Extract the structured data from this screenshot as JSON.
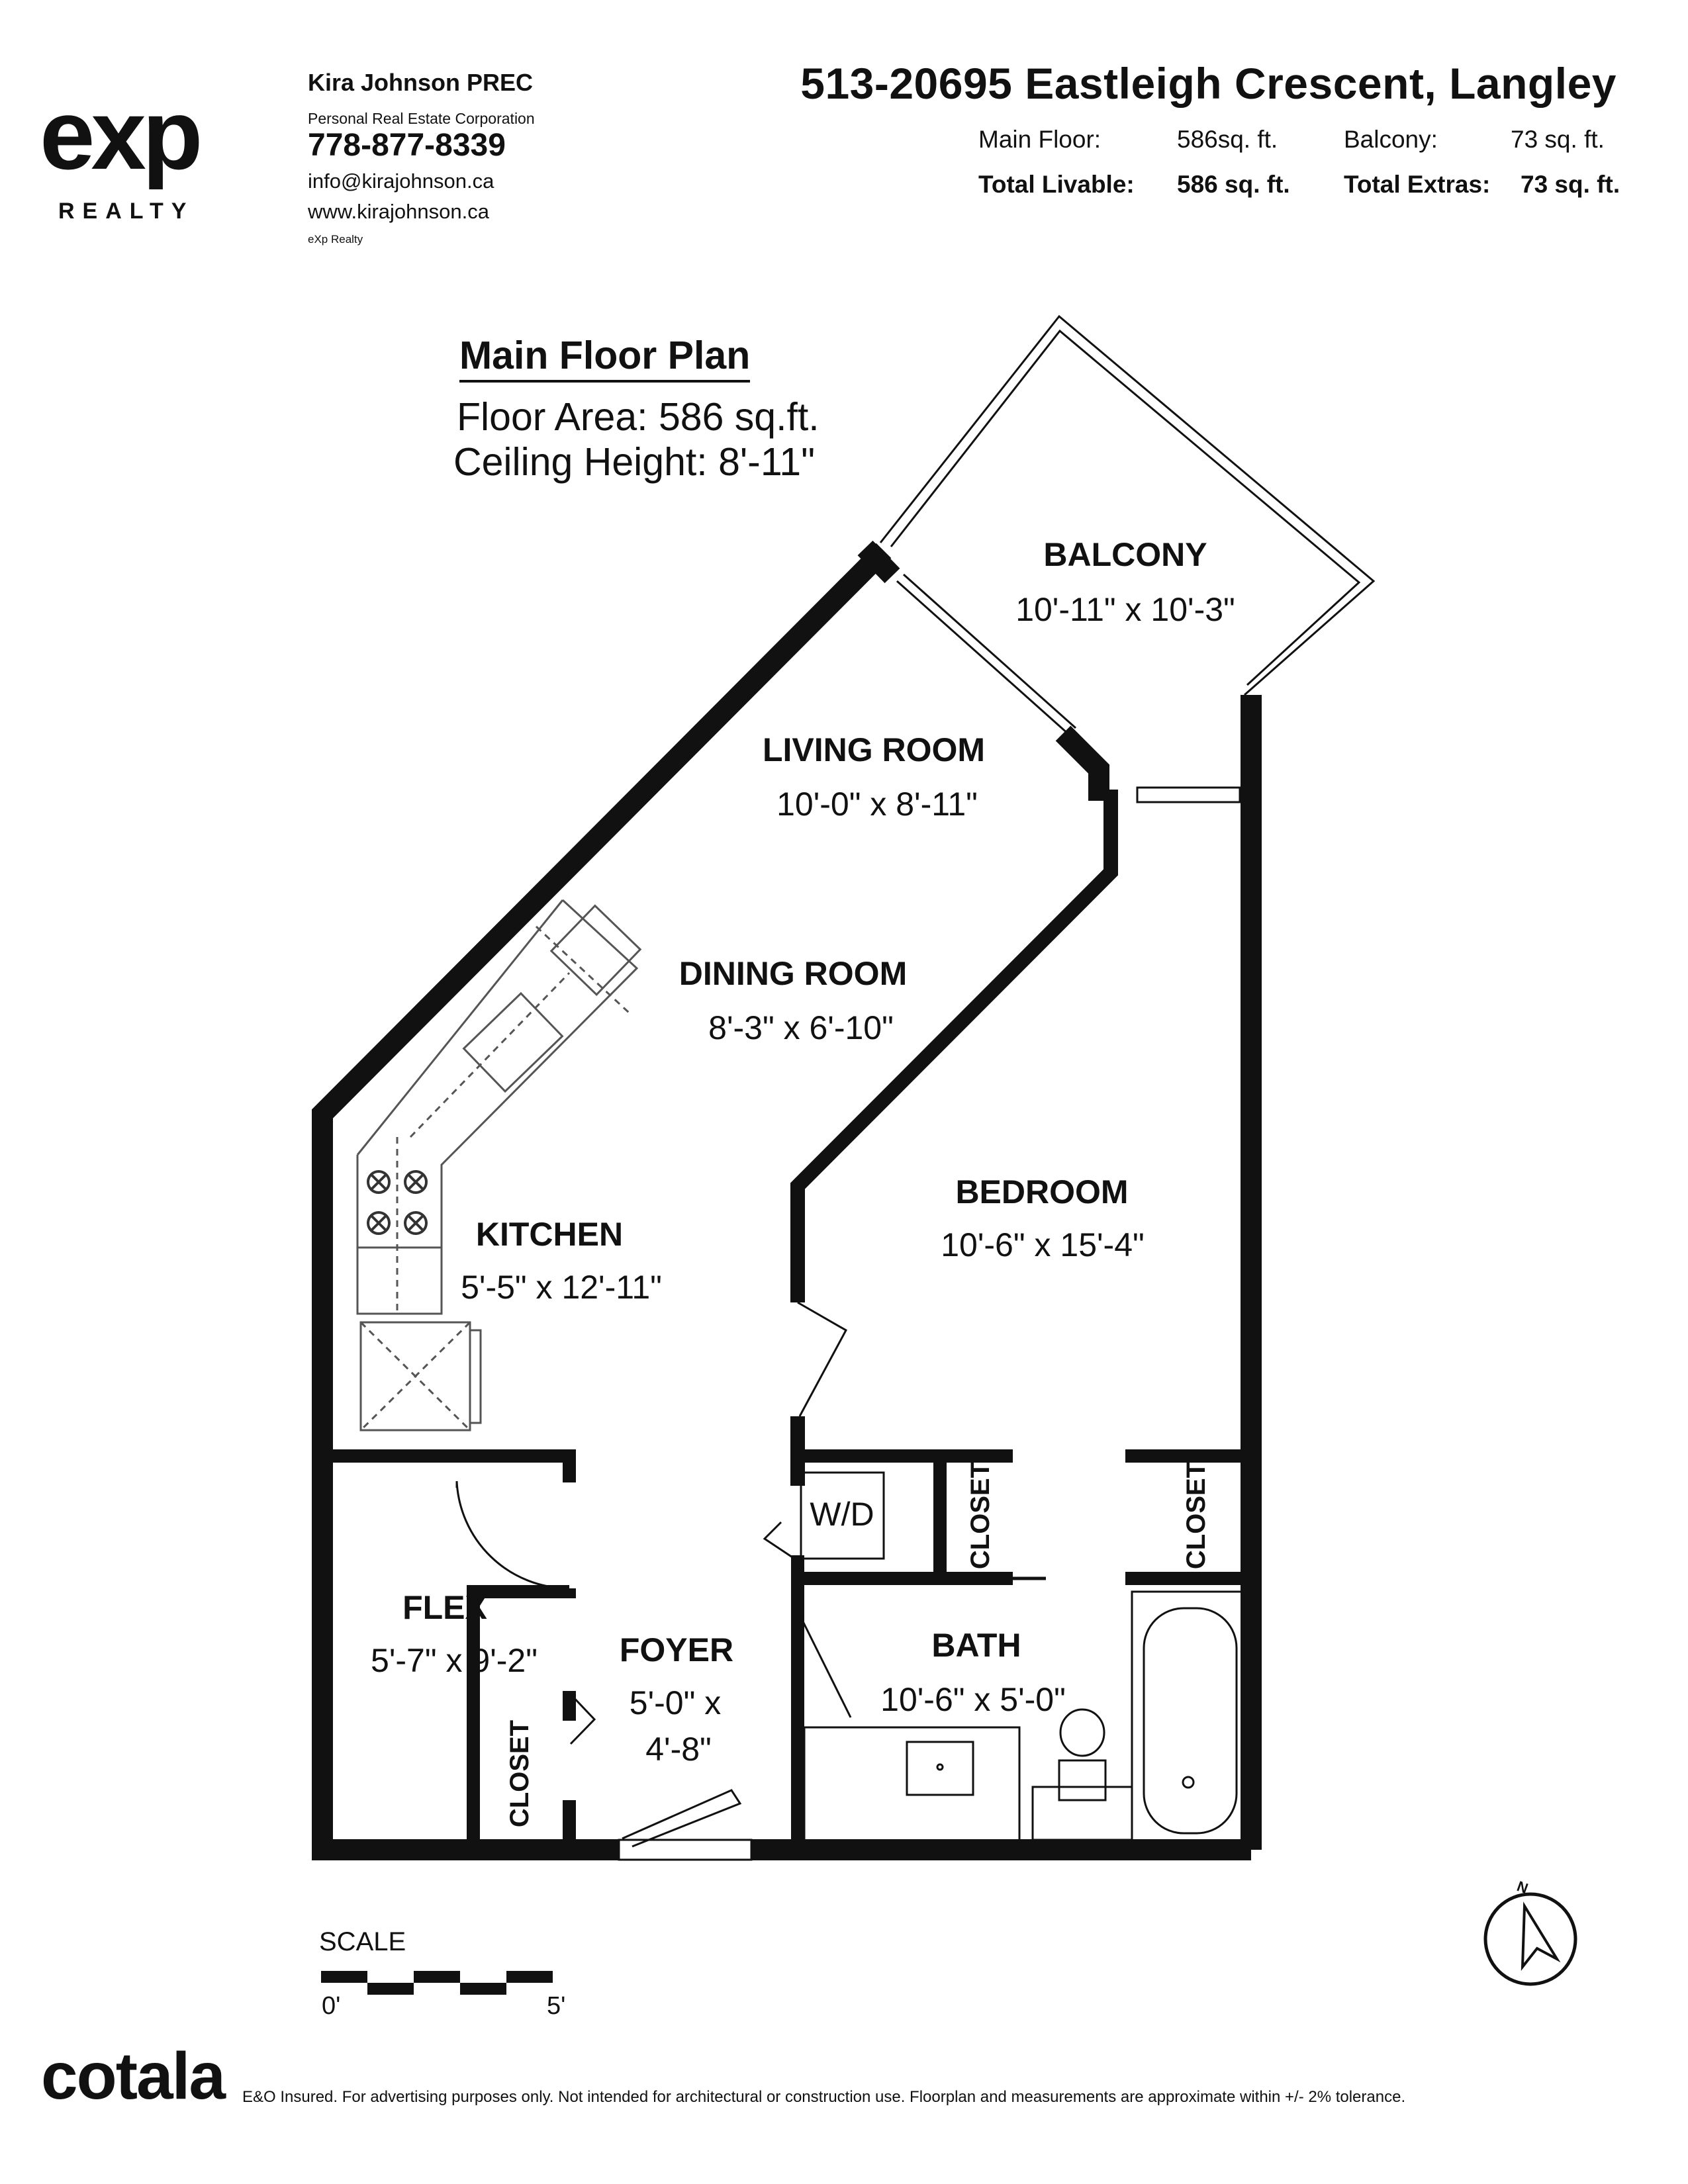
{
  "header": {
    "logo": {
      "brand": "exp",
      "sub": "REALTY"
    },
    "agent": {
      "name": "Kira Johnson PREC",
      "corporation": "Personal Real Estate Corporation",
      "phone": "778-877-8339",
      "email": "info@kirajohnson.ca",
      "website": "www.kirajohnson.ca",
      "brokerage": "eXp Realty"
    },
    "address": "513-20695 Eastleigh Crescent, Langley",
    "summary": {
      "main_floor_label": "Main Floor:",
      "main_floor_value": "586sq. ft.",
      "balcony_label": "Balcony:",
      "balcony_value": "73 sq. ft.",
      "total_livable_label": "Total Livable:",
      "total_livable_value": "586 sq. ft.",
      "total_extras_label": "Total Extras:",
      "total_extras_value": "73 sq. ft."
    }
  },
  "plan": {
    "heading": "Main Floor Plan",
    "floor_area": "Floor Area: 586 sq.ft.",
    "ceiling_height": "Ceiling Height: 8'-11\"",
    "rooms": {
      "balcony": {
        "name": "BALCONY",
        "dims": "10'-11\" x 10'-3\""
      },
      "living": {
        "name": "LIVING ROOM",
        "dims": "10'-0\" x 8'-11\""
      },
      "dining": {
        "name": "DINING ROOM",
        "dims": "8'-3\" x 6'-10\""
      },
      "kitchen": {
        "name": "KITCHEN",
        "dims": "5'-5\" x 12'-11\""
      },
      "bedroom": {
        "name": "BEDROOM",
        "dims": "10'-6\" x 15'-4\""
      },
      "flex": {
        "name": "FLEX",
        "dims": "5'-7\" x 9'-2\""
      },
      "foyer": {
        "name": "FOYER",
        "dims_line1": "5'-0\" x",
        "dims_line2": "4'-8\""
      },
      "bath": {
        "name": "BATH",
        "dims": "10'-6\" x 5'-0\""
      }
    },
    "labels": {
      "wd": "W/D",
      "closet_bedroom_left": "CLOSET",
      "closet_bedroom_right": "CLOSET",
      "closet_flex": "CLOSET",
      "north": "N"
    }
  },
  "scale": {
    "label": "SCALE",
    "start": "0'",
    "end": "5'"
  },
  "footer": {
    "brand": "cotala",
    "disclaimer": "E&O Insured. For advertising purposes only. Not intended for architectural or construction use. Floorplan and measurements are approximate within +/- 2% tolerance."
  },
  "colors": {
    "wall": "#111111",
    "background": "#ffffff",
    "fixture_line": "#555555"
  }
}
